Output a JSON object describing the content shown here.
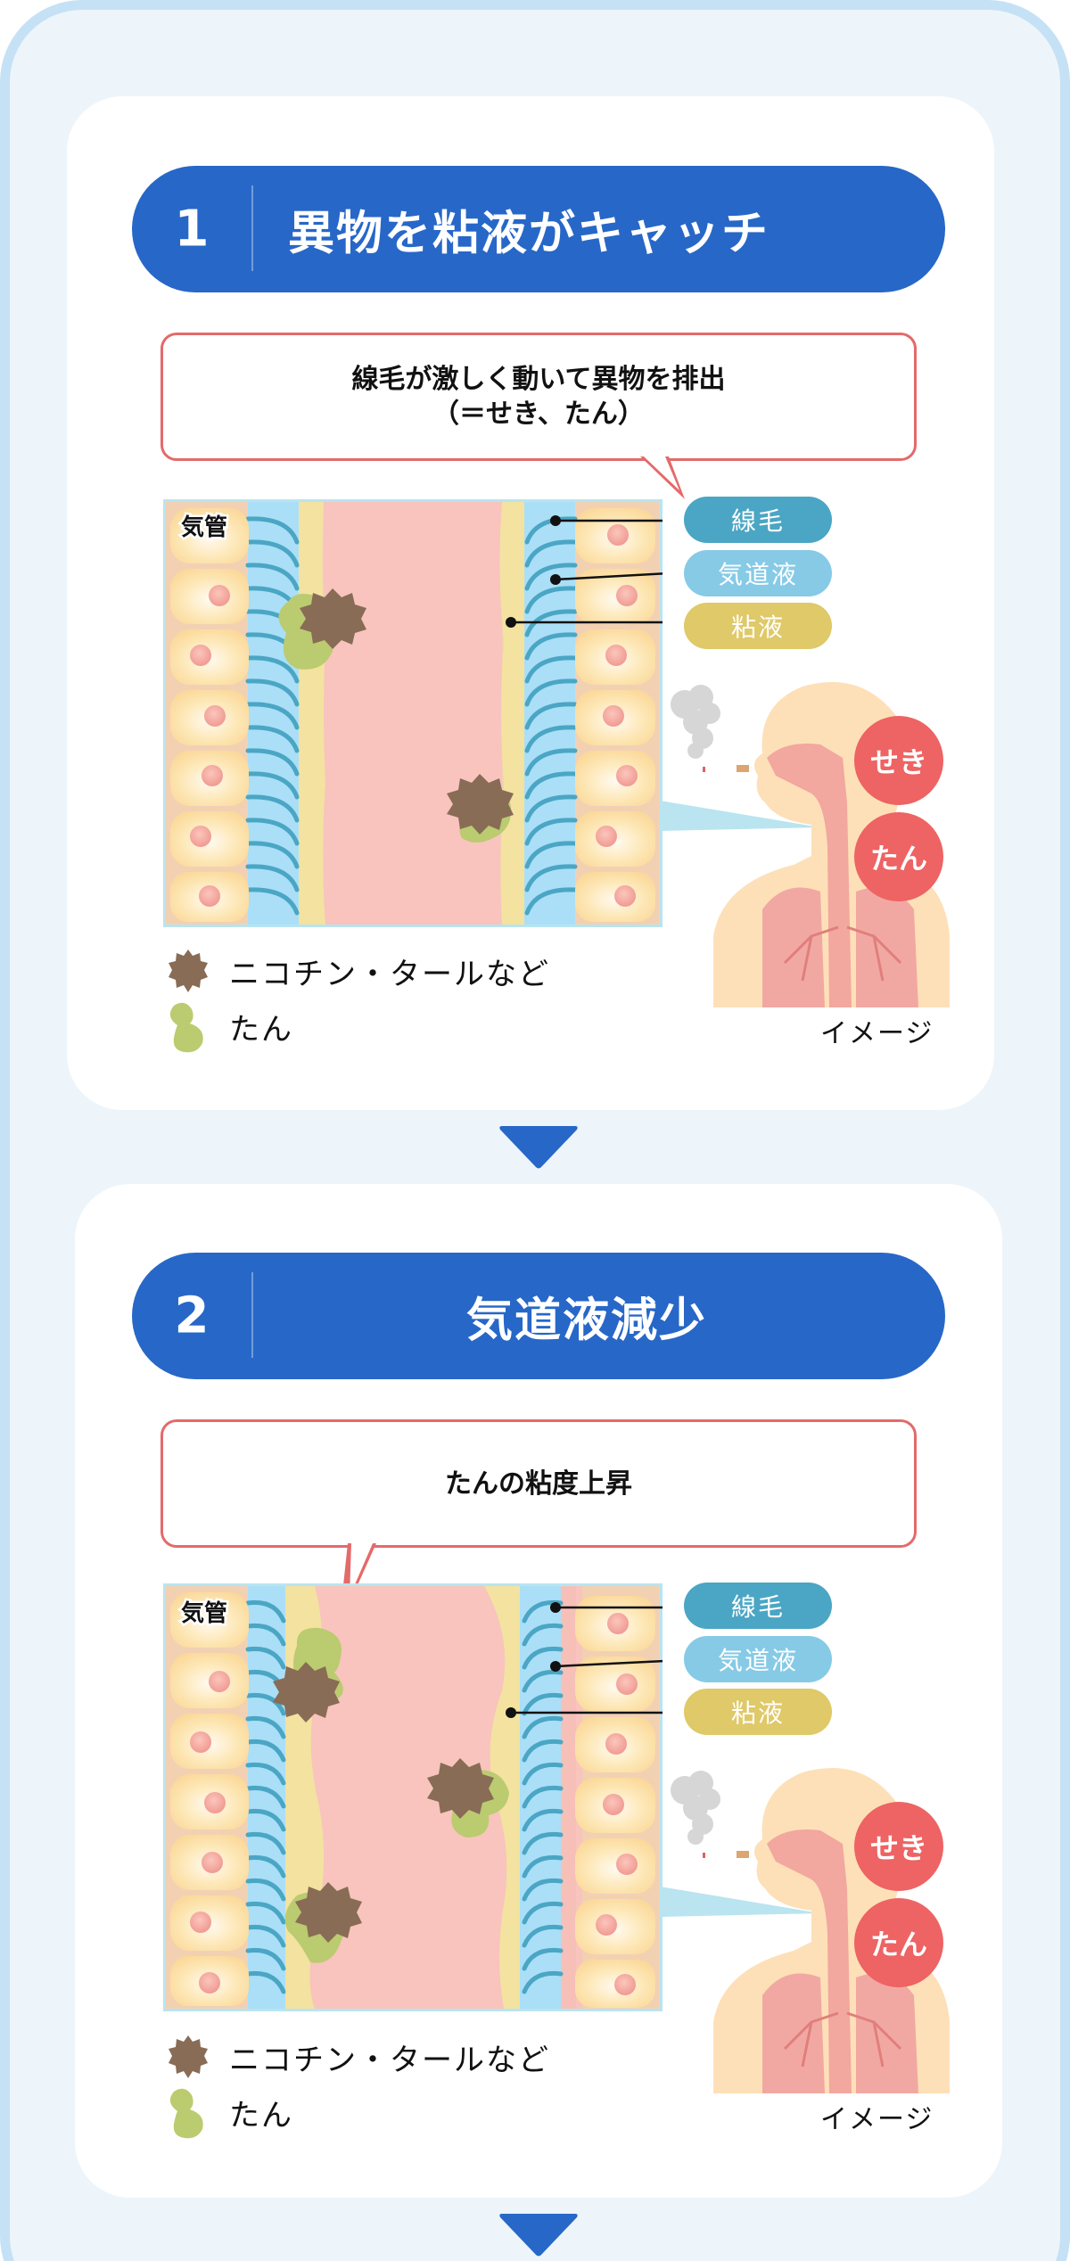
{
  "colors": {
    "frame_border": "#c5e1f5",
    "frame_bg": "#edf5fa",
    "card_bg": "#ffffff",
    "step_pill": "#2767c8",
    "callout_border": "#e46a6a",
    "cilia_label": "#4aa6c4",
    "airway_fluid_label": "#86cae6",
    "mucus_label": "#dfc968",
    "bubble": "#ee6363",
    "arrow": "#2767c8"
  },
  "sections": [
    {
      "step_number": "1",
      "title": "異物を粘液がキャッチ",
      "callout_line1": "線毛が激しく動いて異物を排出",
      "callout_line2": "（＝せき、たん）",
      "diagram_label": "気管",
      "labels": {
        "cilia": "線毛",
        "airway_fluid": "気道液",
        "mucus": "粘液"
      },
      "bubbles": [
        "せき",
        "たん"
      ],
      "legend": [
        {
          "icon": "nicotine-tar-icon",
          "text": "ニコチン・タールなど"
        },
        {
          "icon": "phlegm-icon",
          "text": "たん"
        }
      ],
      "image_note": "イメージ"
    },
    {
      "step_number": "2",
      "title": "気道液減少",
      "callout_line1": "たんの粘度上昇",
      "callout_line2": "",
      "diagram_label": "気管",
      "labels": {
        "cilia": "線毛",
        "airway_fluid": "気道液",
        "mucus": "粘液"
      },
      "bubbles": [
        "せき",
        "たん"
      ],
      "legend": [
        {
          "icon": "nicotine-tar-icon",
          "text": "ニコチン・タールなど"
        },
        {
          "icon": "phlegm-icon",
          "text": "たん"
        }
      ],
      "image_note": "イメージ"
    }
  ]
}
